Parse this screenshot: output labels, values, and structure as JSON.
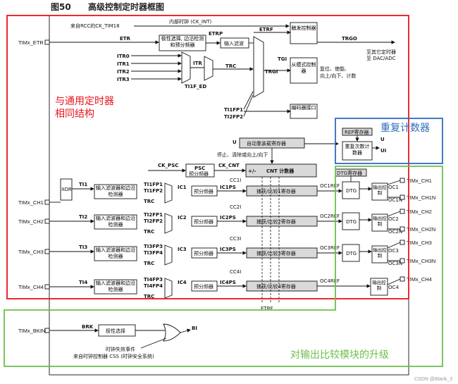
{
  "figure": {
    "number": "图50",
    "caption": "高级控制定时器框图"
  },
  "annotations": {
    "same_as_general": "与通用定时器相同结构",
    "repetition_counter": "重复计数器",
    "output_compare_upgrade": "对输出比较模块的升级"
  },
  "colors": {
    "red": "#e8141c",
    "blue": "#2f6bbf",
    "green": "#6cbf4a"
  },
  "pins": {
    "etr": "TIMx_ETR",
    "ch1": "TIMx_CH1",
    "ch2": "TIMx_CH2",
    "ch3": "TIMx_CH3",
    "ch4": "TIMx_CH4",
    "bkin": "TIMx_BKIN",
    "out_ch1": "TIMx_CH1",
    "out_ch1n": "TIMx_CH1N",
    "out_ch2": "TIMx_CH2",
    "out_ch2n": "TIMx_CH2N",
    "out_ch3": "TIMx_CH3",
    "out_ch3n": "TIMx_CH3N",
    "out_ch4": "TIMx_CH4"
  },
  "clock": {
    "rcc": "来自RCC的CK_TIM18",
    "internal": "内部时钟 (CK_INT)"
  },
  "blocks": {
    "polarity_prescaler": "极性选择, 边沿检测和预分频器",
    "input_filter": "输入滤波",
    "trigger_controller": "触发控制器",
    "slave_controller": "从模式控制器",
    "encoder": "编码器接口",
    "auto_reload": "自动重装载寄存器",
    "psc_label": "PSC",
    "psc_sub": "预分频器",
    "cnt": "CNT 计数器",
    "rep_reg": "REP寄存器",
    "rep_counter": "重复次数计数器",
    "dtg_reg": "DTG寄存器",
    "dtg": "DTG",
    "output_ctrl": "输出控制",
    "filter_edge": "输入滤波器和边沿检测器",
    "prescaler": "预分频器",
    "cc1": "捕获/比较1寄存器",
    "cc2": "捕获/比较2寄存器",
    "cc3": "捕获/比较3寄存器",
    "cc4": "捕获/比较4寄存器",
    "polarity": "极性选择",
    "xor": "XOR"
  },
  "signals": {
    "etr": "ETR",
    "etrp": "ETRP",
    "etrf": "ETRF",
    "trgo": "TRGO",
    "to_other": "至其它定时器",
    "to_dac": "至 DAC/ADC",
    "itr0": "ITR0",
    "itr1": "ITR1",
    "itr2": "ITR2",
    "itr3": "ITR3",
    "itr": "ITR",
    "trc": "TRC",
    "tgi": "TGI",
    "trgi": "TRGI",
    "ti1f_ed": "TI1F_ED",
    "ti1fp1": "TI1FP1",
    "ti2fp2": "TI2FP2",
    "reset_enable": "复位、使能、",
    "up_down": "向上/向下、计数",
    "stop_clear": "停止、清除或向上/向下",
    "ck_psc": "CK_PSC",
    "ck_cnt": "CK_CNT",
    "plusminus": "+/-",
    "u": "U",
    "ui": "UI",
    "ti1": "TI1",
    "ti2": "TI2",
    "ti3": "TI3",
    "ti4": "TI4",
    "ti1fp1b": "TI1FP1",
    "ti1fp2": "TI1FP2",
    "ti2fp1": "TI2FP1",
    "ti2fp2b": "TI2FP2",
    "ti3fp3": "TI3FP3",
    "ti3fp4": "TI3FP4",
    "ti4fp3": "TI4FP3",
    "ti4fp4": "TI4FP4",
    "ic1": "IC1",
    "ic2": "IC2",
    "ic3": "IC3",
    "ic4": "IC4",
    "ic1ps": "IC1PS",
    "ic2ps": "IC2PS",
    "ic3ps": "IC3PS",
    "ic4ps": "IC4PS",
    "cc1i": "CC1I",
    "cc2i": "CC2I",
    "cc3i": "CC3I",
    "cc4i": "CC4I",
    "oc1ref": "OC1REF",
    "oc2ref": "OC2REF",
    "oc3ref": "OC3REF",
    "oc4ref": "OC4REF",
    "oc1": "OC1",
    "oc1n": "OC1N",
    "oc2": "OC2",
    "oc2n": "OC2N",
    "oc3": "OC3",
    "oc3n": "OC3N",
    "oc4": "OC4",
    "brk": "BRK",
    "bi": "BI",
    "etrf_bottom": "ETRF",
    "clock_fail": "时钟失效事件",
    "css": "来自时钟控制器 CSS (时钟安全系统)"
  },
  "watermark": "CSDN @Blank_3"
}
